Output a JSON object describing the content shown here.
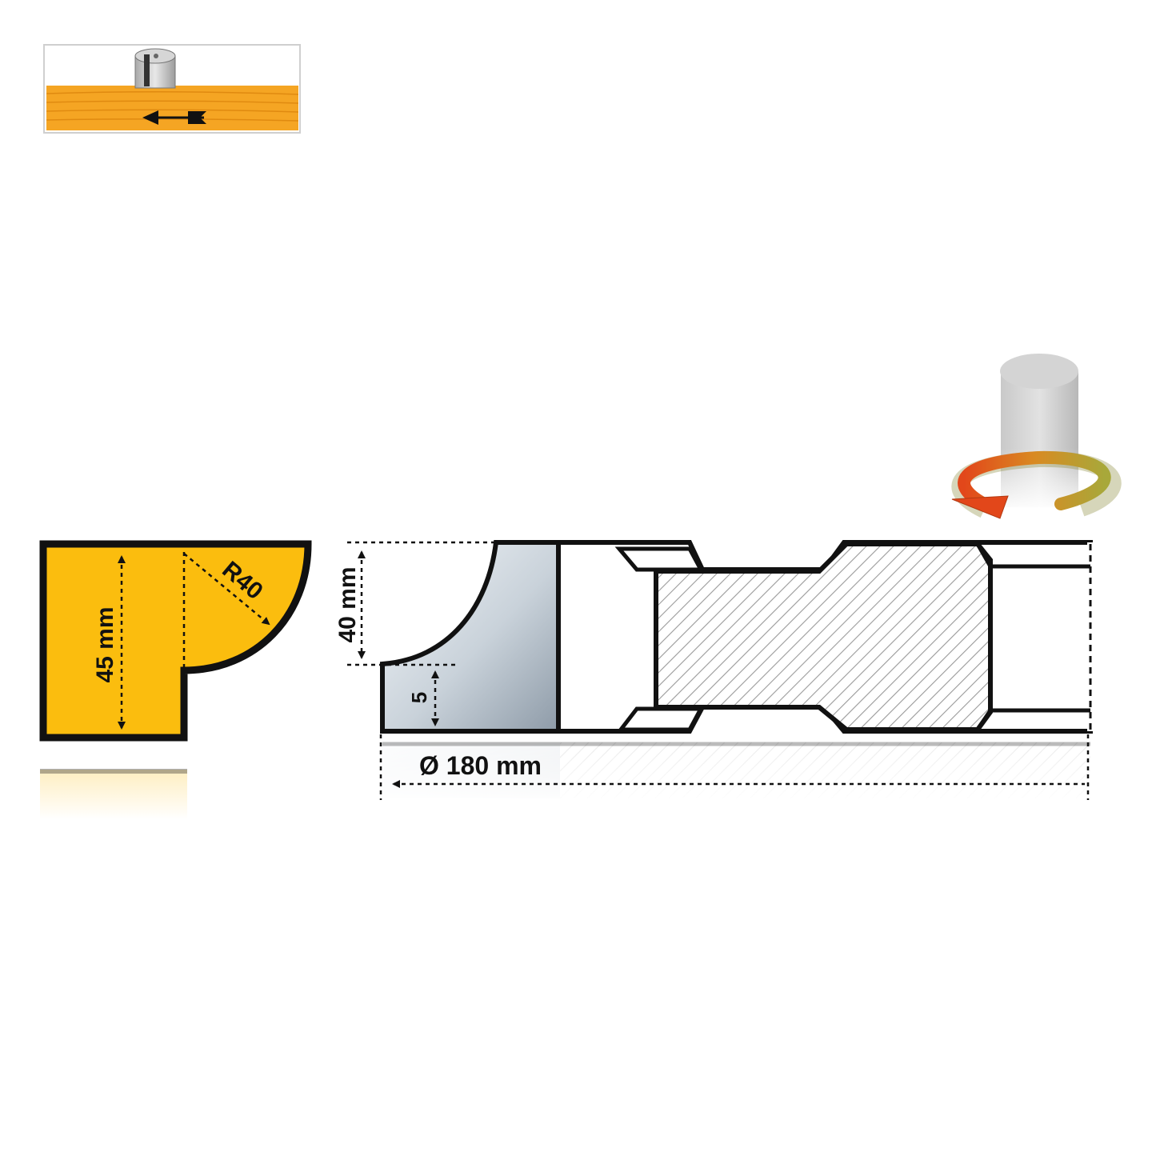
{
  "thumbnail": {
    "board_color": "#f5a523",
    "board_stripe_color": "#e08a10",
    "feed_direction": "left"
  },
  "profile": {
    "fill_color": "#fbbd0e",
    "outline_color": "#111111",
    "height_label": "45 mm",
    "radius_label": "R40"
  },
  "cutter": {
    "height_label": "40 mm",
    "step_label": "5",
    "diameter_label": "Ø 180 mm",
    "blade_color_light": "#eef2f6",
    "blade_color_dark": "#9aa6b2",
    "hatch_color": "#999999"
  },
  "spindle": {
    "rotation_arrow_color_start": "#e2471a",
    "rotation_arrow_color_end": "#a8a83a"
  }
}
